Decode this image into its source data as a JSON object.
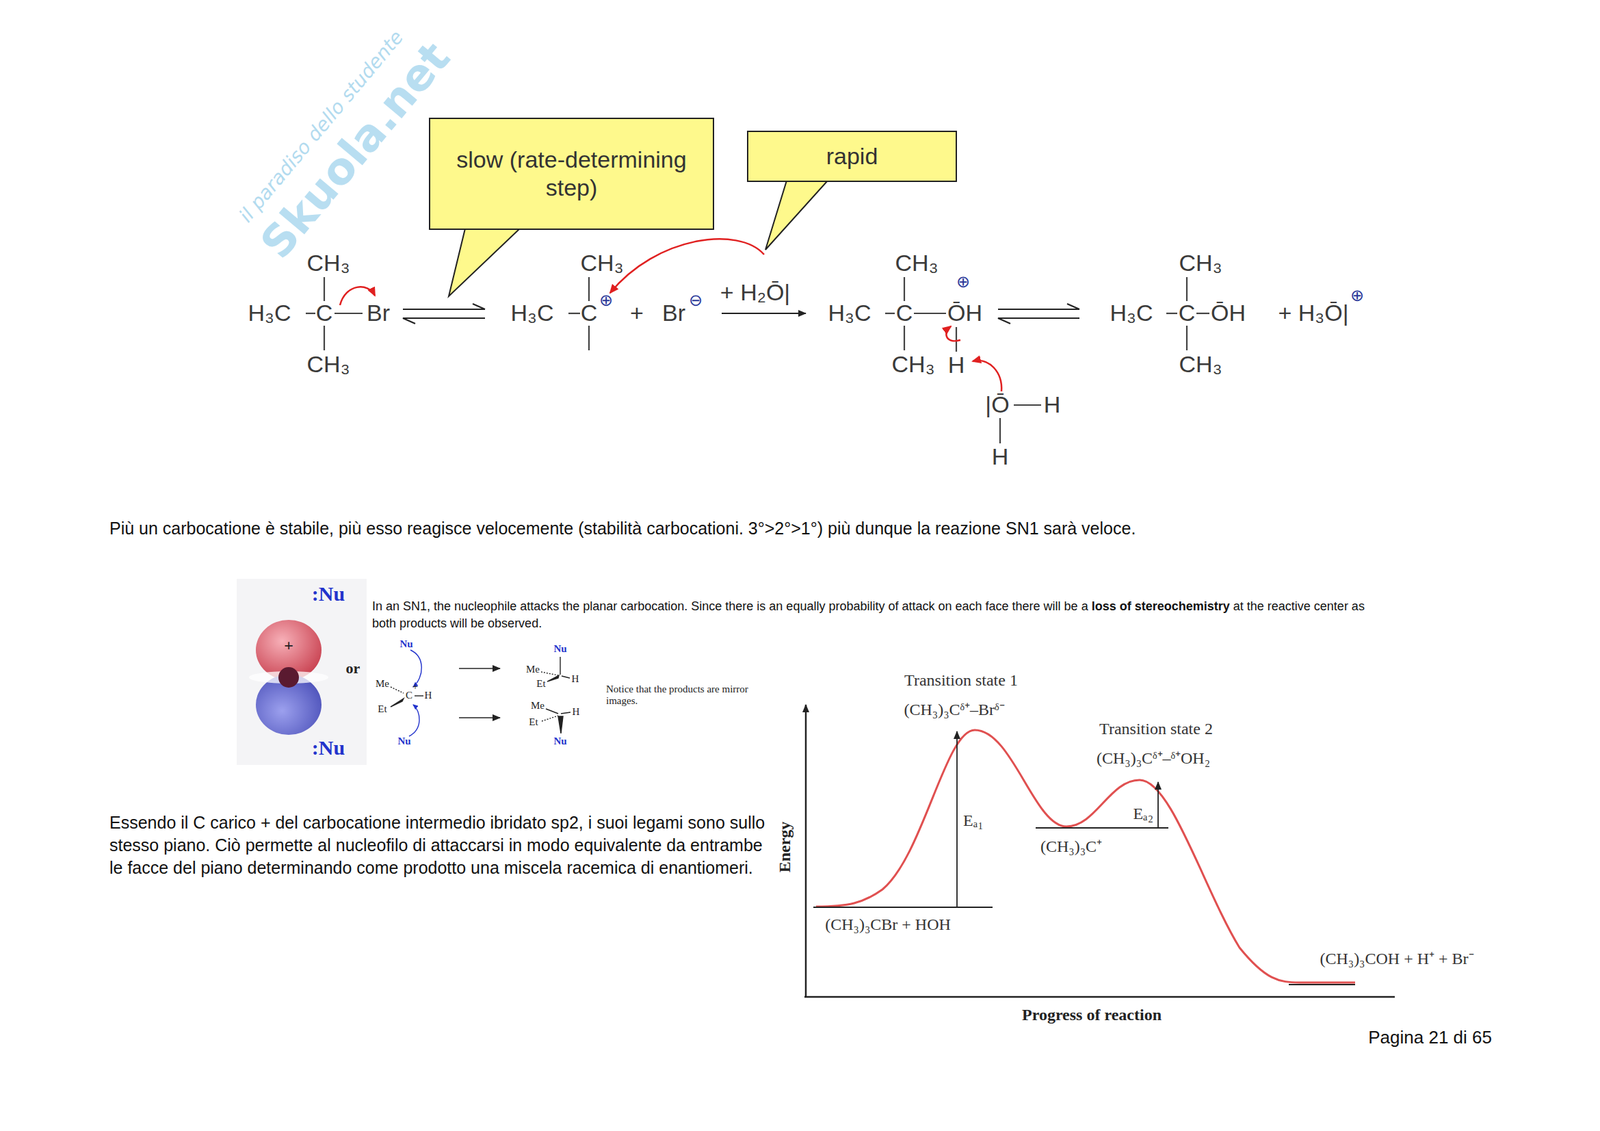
{
  "diagram": {
    "nodes": [
      {
        "text": [
          "slow (rate-determining step)"
        ]
      },
      {
        "text": [
          "rapid"
        ]
      }
    ],
    "labels": [
      "Skuola.net",
      "il paradiso dello studente",
      "CH₃",
      "H₃C",
      "C",
      "Br",
      "CH₃",
      "CH₃",
      "H₃C",
      "C",
      "⊕",
      "+",
      "Br",
      "⊖",
      "+ H₂Ō|",
      "CH₃",
      "H₃C",
      "C",
      "ŌH",
      "⊕",
      "CH₃",
      "H",
      "|Ō",
      "H",
      "H",
      "CH₃",
      "H₃C",
      "C",
      "ŌH",
      "CH₃",
      "+ H₃Ō|",
      "⊕",
      "Più un carbocatione è stabile, più esso reagisce velocemente (stabilità carbocationi. 3°>2°>1°) più dunque la reazione SN1 sarà veloce.",
      ":Nu",
      "+",
      ":Nu",
      "or",
      "In an SN1, the nucleophile attacks the planar carbocation. Since there is an equally probability of attack on each face there will be a",
      "loss of stereochemistry",
      "at the reactive center as both products will be observed.",
      "Nu",
      "Me",
      "C",
      "+",
      "H",
      "Et",
      "Nu",
      "Nu",
      "Me",
      "H",
      "Et",
      "Me",
      "H",
      "Et",
      "Nu",
      "Notice that the products are mirror images.",
      "Essendo il C carico + del carbocatione intermedio ibridato sp2, i suoi legami sono sullo stesso piano. Ciò permette al nucleofilo di attaccarsi in modo equivalente da entrambe le facce del piano determinando come prodotto una miscela racemica di enantiomeri.",
      "Transition state 1",
      "(CH₃)₃Cᵟ⁺–Brᵟ⁻",
      "Transition state 2",
      "(CH₃)₃Cᵟ⁺–ᵟ⁺OH₂",
      "Eₐ₁",
      "Eₐ₂",
      "(CH₃)₃C⁺",
      "(CH₃)₃CBr + HOH",
      "(CH₃)₃COH + H⁺ + Br⁻",
      "Energy",
      "Progress of reaction",
      "Pagina 21 di 65"
    ]
  }
}
